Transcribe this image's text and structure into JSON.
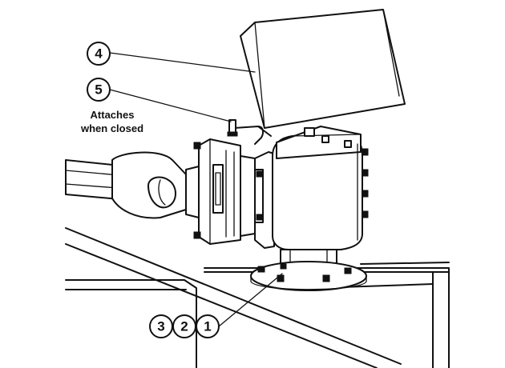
{
  "callouts": {
    "c4": "4",
    "c5": "5",
    "c3": "3",
    "c2": "2",
    "c1": "1"
  },
  "note": {
    "line1": "Attaches",
    "line2": "when closed"
  },
  "colors": {
    "ink": "#111111",
    "paper": "#ffffff"
  }
}
